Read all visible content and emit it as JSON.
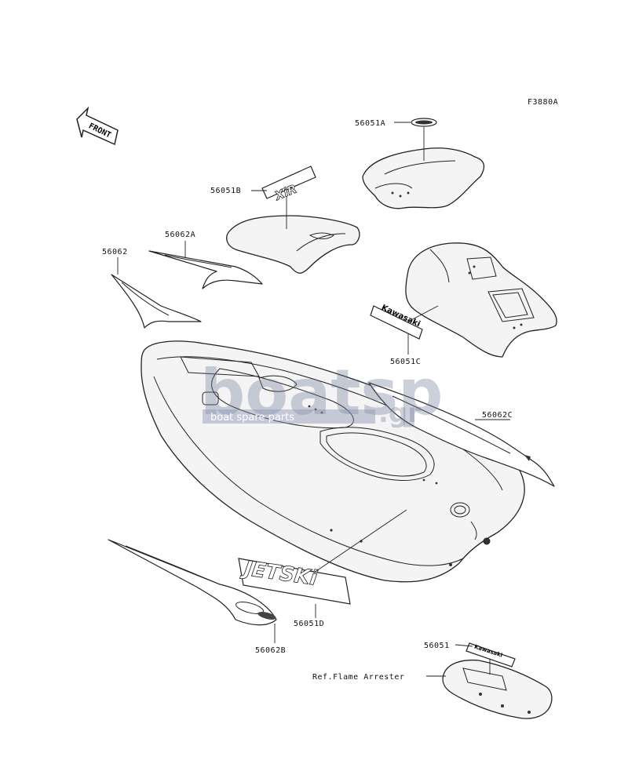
{
  "figure_code": "F3880A",
  "front_label": "FRONT",
  "watermark": {
    "brand": "boatsp",
    "suffix": ".gr",
    "tagline": "boat spare parts"
  },
  "decal_texts": {
    "seat_badge": "XiR",
    "hood_badge": "Kawasaki",
    "jetski_badge": "JETSKi",
    "arrester_badge": "Kawasaki"
  },
  "callouts": [
    {
      "id": "56051A",
      "label": "56051A"
    },
    {
      "id": "56051B",
      "label": "56051B"
    },
    {
      "id": "56062A",
      "label": "56062A"
    },
    {
      "id": "56062",
      "label": "56062"
    },
    {
      "id": "56051C",
      "label": "56051C"
    },
    {
      "id": "56062C",
      "label": "56062C"
    },
    {
      "id": "56051D",
      "label": "56051D"
    },
    {
      "id": "56062B",
      "label": "56062B"
    },
    {
      "id": "56051",
      "label": "56051"
    },
    {
      "id": "ref",
      "label": "Ref.Flame Arrester"
    }
  ]
}
